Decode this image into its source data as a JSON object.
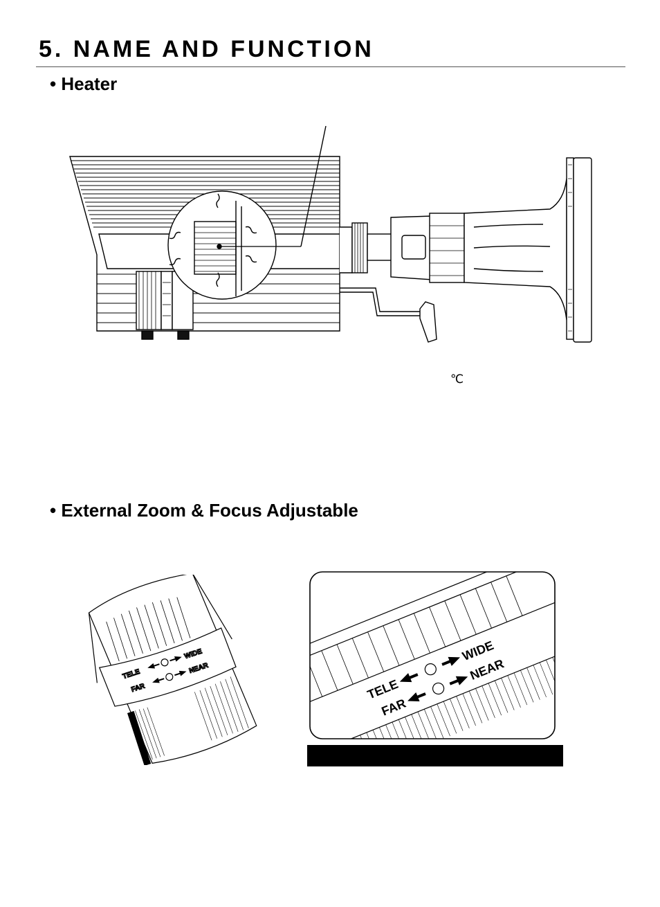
{
  "page": {
    "title": "5. NAME AND FUNCTION"
  },
  "sections": [
    {
      "heading": "• Heater"
    },
    {
      "heading": "• External Zoom & Focus Adjustable"
    }
  ],
  "heater_figure": {
    "unit_symbol": "℃"
  },
  "zoom_figure": {
    "labels": {
      "tele": "TELE",
      "wide": "WIDE",
      "far": "FAR",
      "near": "NEAR"
    }
  },
  "icons": [
    "camera-heater-diagram",
    "lens-ring-small-diagram",
    "lens-ring-closeup-diagram",
    "arrow-left-icon",
    "arrow-right-icon"
  ]
}
